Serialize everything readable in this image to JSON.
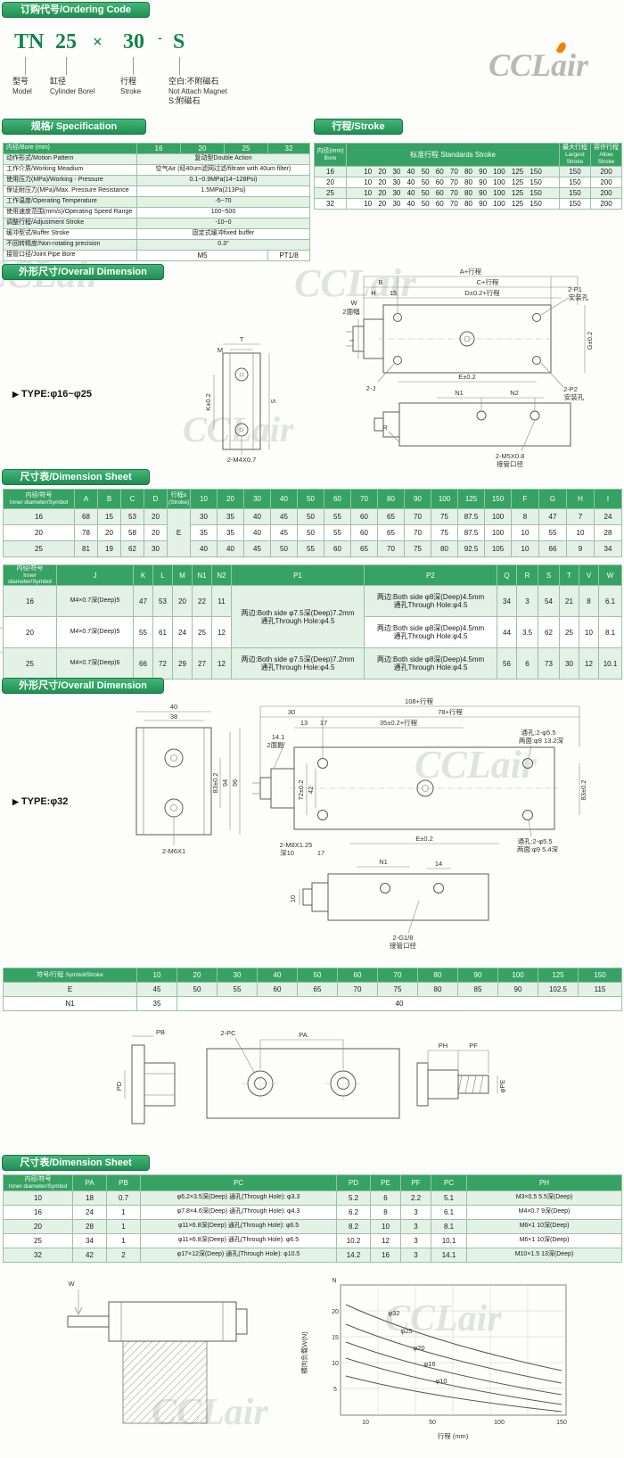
{
  "watermark": {
    "text": "CCLair"
  },
  "sections": {
    "ordering": "订购代号/Ordering Code",
    "spec": "规格/ Specification",
    "stroke": "行程/Stroke",
    "overall": "外形尺寸/Overall Dimension",
    "sheet": "尺寸表/Dimension Sheet"
  },
  "types": {
    "arrow": "▶",
    "t1": "TYPE:φ16~φ25",
    "t2": "TYPE:φ32"
  },
  "ordering": {
    "parts": {
      "model": "TN",
      "bore": "25",
      "times": "×",
      "stroke": "30",
      "dash": "-",
      "magnet": "S"
    },
    "legend": {
      "model_zh": "型号",
      "model_en": "Model",
      "bore_zh": "缸径",
      "bore_en": "Cylinder Borel",
      "stroke_zh": "行程",
      "stroke_en": "Stroke",
      "magnet_1": "空白:不附磁石",
      "magnet_2": "Not Attach Magnet",
      "magnet_3": "S:附磁石"
    }
  },
  "spec": {
    "bore_header": "内径/Bore (mm)",
    "bores": [
      "16",
      "20",
      "25",
      "32"
    ],
    "rows": [
      {
        "label": "动作形式/Motion Pattern",
        "value": "复动型Double Action"
      },
      {
        "label": "工作介质/Working Meadium",
        "value": "空气Air (经40um滤网过滤/filtrate with 40um filter)"
      },
      {
        "label": "使用压力(MPa)/Working - Pressure",
        "value": "0.1~0.9MPa(14~128Psi)"
      },
      {
        "label": "保证耐压力(MPa)/Max. Pressure Resistance",
        "value": "1.5MPa(213Psi)"
      },
      {
        "label": "工作温度/Operating Temperature",
        "value": "-5~70"
      },
      {
        "label": "使用速度范围(mm/s)/Operating Speed Range",
        "value": "100~500"
      },
      {
        "label": "调整行程/Adjustment Stroke",
        "value": "-10~0"
      },
      {
        "label": "缓冲型式/Buffer Stroke",
        "value": "固定式缓冲fixed buffer"
      },
      {
        "label": "不回转精度/Non-rotating precision",
        "value": "0.3°"
      }
    ],
    "joint": {
      "label": "接管口径/Joint Pipe Bore",
      "m5": "M5",
      "pt": "PT1/8"
    }
  },
  "stroke_table": {
    "col_bore_zh": "内径(mm)",
    "col_bore_en": "Bore",
    "col_std": "标准行程 Standards Stroke",
    "col_max_zh": "最大行程",
    "col_max_en": "Largest Stroke",
    "col_allow_zh": "容许行程",
    "col_allow_en": "Allow Stroke",
    "rows": [
      {
        "bore": "16",
        "std": "10 20 30 40 50 60 70 80 90 100 125 150",
        "max": "150",
        "allow": "200"
      },
      {
        "bore": "20",
        "std": "10 20 30 40 50 60 70 80 90 100 125 150",
        "max": "150",
        "allow": "200"
      },
      {
        "bore": "25",
        "std": "10 20 30 40 50 60 70 80 90 100 125 150",
        "max": "150",
        "allow": "200"
      },
      {
        "bore": "32",
        "std": "10 20 30 40 50 60 70 80 90 100 125 150",
        "max": "150",
        "allow": "200"
      }
    ]
  },
  "dim1": {
    "symbol_l1": "内径/符号",
    "symbol_l2": "Inner diameter/Symbol",
    "cols": [
      "A",
      "B",
      "C",
      "D"
    ],
    "stroke_l1": "行程≤",
    "stroke_l2": "(Stroke)",
    "stroke_cols": [
      "10",
      "20",
      "30",
      "40",
      "50",
      "60",
      "70",
      "80",
      "90",
      "100",
      "125",
      "150"
    ],
    "cols2": [
      "F",
      "G",
      "H",
      "I"
    ],
    "e": "E",
    "rows": [
      {
        "bore": "16",
        "a": "68",
        "b": "15",
        "c": "53",
        "d": "20",
        "strokes": [
          "30",
          "35",
          "40",
          "45",
          "50",
          "55",
          "60",
          "65",
          "70",
          "75",
          "87.5",
          "100"
        ],
        "f": "8",
        "g": "47",
        "h": "7",
        "i": "24"
      },
      {
        "bore": "20",
        "a": "78",
        "b": "20",
        "c": "58",
        "d": "20",
        "strokes": [
          "35",
          "35",
          "40",
          "45",
          "50",
          "55",
          "60",
          "65",
          "70",
          "75",
          "87.5",
          "100"
        ],
        "f": "10",
        "g": "55",
        "h": "10",
        "i": "28"
      },
      {
        "bore": "25",
        "a": "81",
        "b": "19",
        "c": "62",
        "d": "30",
        "strokes": [
          "40",
          "40",
          "45",
          "50",
          "55",
          "60",
          "65",
          "70",
          "75",
          "80",
          "92.5",
          "105"
        ],
        "f": "10",
        "g": "66",
        "h": "9",
        "i": "34"
      }
    ]
  },
  "dim2": {
    "symbol_l1": "内径/符号",
    "symbol_l2": "Inner diameter/Symbol",
    "cols": [
      "J",
      "K",
      "L",
      "M",
      "N1",
      "N2",
      "P1",
      "P2",
      "Q",
      "R",
      "S",
      "T",
      "V",
      "W"
    ],
    "rows": [
      {
        "bore": "16",
        "j": "M4×0.7深(Deep)5",
        "k": "47",
        "l": "53",
        "m": "20",
        "n1": "22",
        "n2": "11",
        "p1a": "两边:Both side φ7.5深(Deep)7.2mm",
        "p1b": "通孔Through Hole:φ4.5",
        "p2a": "两边:Both side φ8深(Deep)4.5mm",
        "p2b": "通孔Through Hole:φ4.5",
        "q": "34",
        "r": "3",
        "s": "54",
        "t": "21",
        "v": "8",
        "w": "6.1"
      },
      {
        "bore": "20",
        "j": "M4×0.7深(Deep)5",
        "k": "55",
        "l": "61",
        "m": "24",
        "n1": "25",
        "n2": "12",
        "p2a": "两边:Both side φ8深(Deep)4.5mm",
        "p2b": "通孔Through Hole:φ4.5",
        "q": "44",
        "r": "3.5",
        "s": "62",
        "t": "25",
        "v": "10",
        "w": "8.1"
      },
      {
        "bore": "25",
        "j": "M4×0.7深(Deep)6",
        "k": "66",
        "l": "72",
        "m": "29",
        "n1": "27",
        "n2": "12",
        "p1a": "两边:Both side φ7.5深(Deep)7.2mm",
        "p1b": "通孔Through Hole:φ4.5",
        "p2a": "两边:Both side φ8深(Deep)4.5mm",
        "p2b": "通孔Through Hole:φ4.5",
        "q": "56",
        "r": "6",
        "s": "73",
        "t": "30",
        "v": "12",
        "w": "10.1"
      }
    ]
  },
  "symstroke": {
    "label_zh": "符号/行程",
    "label_en": "Symbol/Stroke",
    "cols": [
      "10",
      "20",
      "30",
      "40",
      "50",
      "60",
      "70",
      "80",
      "90",
      "100",
      "125",
      "150"
    ],
    "e_label": "E",
    "e_values": [
      "45",
      "50",
      "55",
      "60",
      "65",
      "70",
      "75",
      "80",
      "85",
      "90",
      "102.5",
      "115"
    ],
    "n1_label": "N1",
    "n1_v1": "35",
    "n1_v2": "40"
  },
  "dim3": {
    "symbol_l1": "内径/符号",
    "symbol_l2": "Inner diameter/Symbol",
    "cols": [
      "PA",
      "PB",
      "PC",
      "PD",
      "PE",
      "PF",
      "PC",
      "PH"
    ],
    "rows": [
      {
        "bore": "10",
        "pa": "18",
        "pb": "0.7",
        "pc": "φ6.2×3.5深(Deep) 通孔(Through Hole): φ3.3",
        "pd": "5.2",
        "pe": "6",
        "pf": "2.2",
        "pc2": "5.1",
        "ph": "M3×0.5  5.5深(Deep)"
      },
      {
        "bore": "16",
        "pa": "24",
        "pb": "1",
        "pc": "φ7.8×4.6深(Deep) 通孔(Through Hole): φ4.3",
        "pd": "6.2",
        "pe": "8",
        "pf": "3",
        "pc2": "6.1",
        "ph": "M4×0.7  9深(Deep)"
      },
      {
        "bore": "20",
        "pa": "28",
        "pb": "1",
        "pc": "φ11×6.8深(Deep) 通孔(Through Hole): φ6.5",
        "pd": "8.2",
        "pe": "10",
        "pf": "3",
        "pc2": "8.1",
        "ph": "M6×1  10深(Deep)"
      },
      {
        "bore": "25",
        "pa": "34",
        "pb": "1",
        "pc": "φ11×6.8深(Deep) 通孔(Through Hole): φ6.5",
        "pd": "10.2",
        "pe": "12",
        "pf": "3",
        "pc2": "10.1",
        "ph": "M6×1  10深(Deep)"
      },
      {
        "bore": "32",
        "pa": "42",
        "pb": "2",
        "pc": "φ17×12深(Deep) 通孔(Through Hole): φ10.5",
        "pd": "14.2",
        "pe": "16",
        "pf": "3",
        "pc2": "14.1",
        "ph": "M10×1.5  13深(Deep)"
      }
    ]
  },
  "d1": {
    "t": "T",
    "m": "M",
    "k": "K±0.2",
    "s": "S",
    "m4": "2-M4X0.7",
    "a": "A+行程",
    "b": "B",
    "c": "C+行程",
    "h": "H",
    "n15": "15",
    "d": "D±0.2+行程",
    "w": "W",
    "w2": "2面幅",
    "i": "I",
    "g": "G±0.2",
    "p1": "2-P1",
    "hole": "安装孔",
    "e": "E±0.2",
    "p2": "2-P2",
    "j": "2-J",
    "n1": "N1",
    "n2": "N2",
    "r": "R",
    "m5": "2-M5X0.8",
    "port": "接管口径"
  },
  "d2": {
    "w40": "40",
    "w38": "38",
    "v83": "83±0.2",
    "v94": "94",
    "v96": "96",
    "m6": "2-M6X1",
    "a108": "108+行程",
    "v30": "30",
    "v78": "78+行程",
    "v13": "13",
    "v17": "17",
    "v35": "35±0.2+行程",
    "v141": "14.1",
    "face": "2面副",
    "th1": "通孔:2-φ5.5",
    "th1b": "两面:φ9 13.2深",
    "v72": "72±0.2",
    "v42": "42",
    "v83b": "83±0.2",
    "m8": "2-M8X1.25",
    "deep10": "深10",
    "v17b": "17",
    "e": "E±0.2",
    "th2": "通孔:2-φ5.5",
    "th2b": "两面:φ9 5.4深",
    "n1": "N1",
    "v14": "14",
    "v10": "10",
    "g18": "2-G1/8",
    "port": "接管口径"
  },
  "d3": {
    "pb": "PB",
    "pc": "2-PC",
    "pa": "PA",
    "ph": "PH",
    "pf": "PF",
    "pe": "φPE",
    "pd": "PD"
  },
  "d4": {
    "w": "W"
  },
  "chart": {
    "unit": "N",
    "y_ticks": [
      "20",
      "15",
      "10",
      "5"
    ],
    "x_ticks": [
      "10",
      "50",
      "100",
      "150"
    ],
    "x_label": "行程 (mm)",
    "y_label": "横向负载W(N)",
    "series_labels": [
      "φ32",
      "φ25",
      "φ20",
      "φ16",
      "φ10"
    ]
  },
  "chart_data": {
    "type": "line",
    "xlabel": "行程 (mm)",
    "ylabel": "横向负载W(N)",
    "x": [
      10,
      50,
      100,
      150
    ],
    "series": [
      {
        "name": "φ32",
        "values": [
          20,
          13,
          8,
          5.5
        ]
      },
      {
        "name": "φ25",
        "values": [
          15,
          9.5,
          6,
          4
        ]
      },
      {
        "name": "φ20",
        "values": [
          11,
          7,
          4.5,
          3
        ]
      },
      {
        "name": "φ16",
        "values": [
          8,
          5,
          3.2,
          2.2
        ]
      },
      {
        "name": "φ10",
        "values": [
          5.5,
          3.5,
          2.2,
          1.5
        ]
      }
    ],
    "ylim": [
      0,
      25
    ],
    "grid": true,
    "legend_position": "on-curves"
  }
}
